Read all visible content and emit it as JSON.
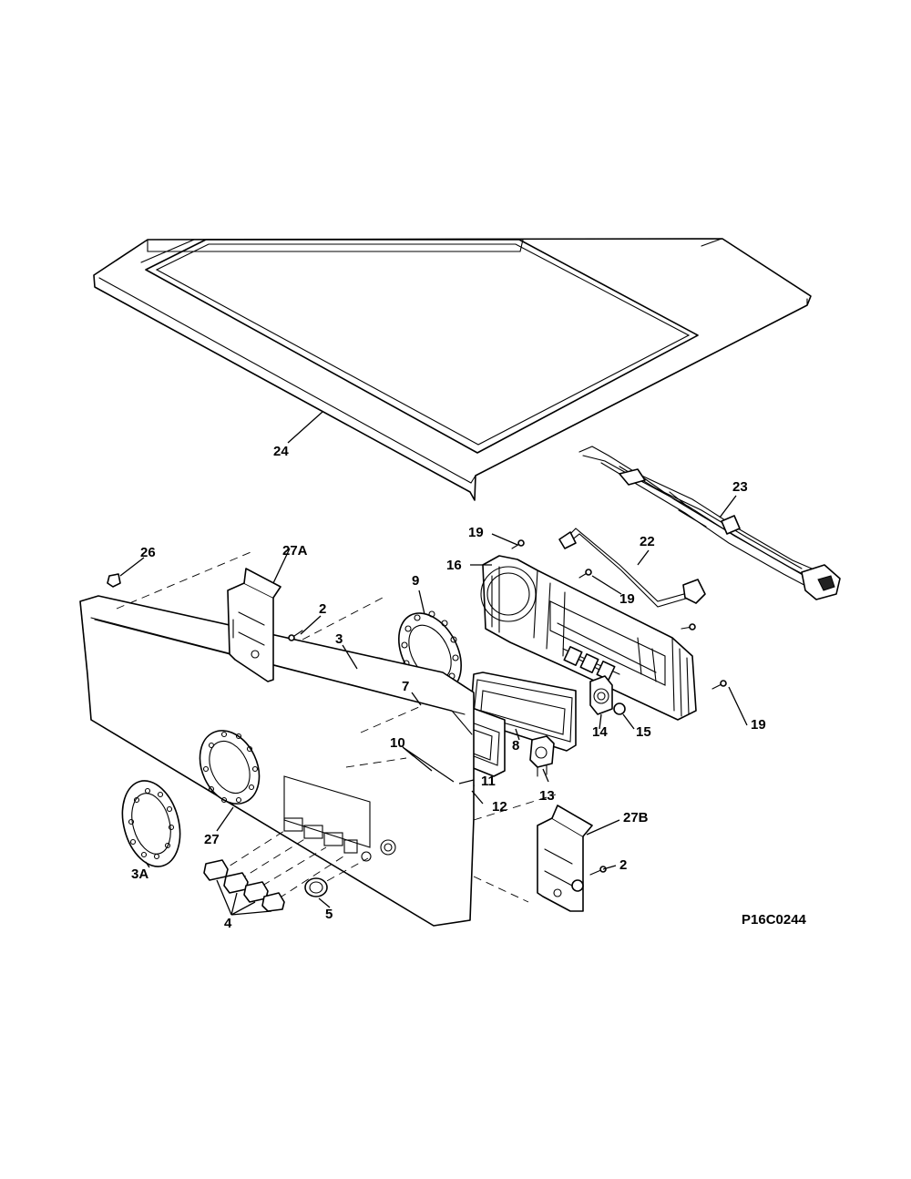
{
  "diagram_code": "P16C0244",
  "callouts": [
    {
      "id": "c24",
      "text": "24"
    },
    {
      "id": "c23",
      "text": "23"
    },
    {
      "id": "c22",
      "text": "22"
    },
    {
      "id": "c19a",
      "text": "19"
    },
    {
      "id": "c19b",
      "text": "19"
    },
    {
      "id": "c19c",
      "text": "19"
    },
    {
      "id": "c16",
      "text": "16"
    },
    {
      "id": "c26",
      "text": "26"
    },
    {
      "id": "c27a",
      "text": "27A"
    },
    {
      "id": "c2a",
      "text": "2"
    },
    {
      "id": "c9",
      "text": "9"
    },
    {
      "id": "c3",
      "text": "3"
    },
    {
      "id": "c7",
      "text": "7"
    },
    {
      "id": "c8",
      "text": "8"
    },
    {
      "id": "c10",
      "text": "10"
    },
    {
      "id": "c11",
      "text": "11"
    },
    {
      "id": "c12",
      "text": "12"
    },
    {
      "id": "c13",
      "text": "13"
    },
    {
      "id": "c14",
      "text": "14"
    },
    {
      "id": "c15",
      "text": "15"
    },
    {
      "id": "c27",
      "text": "27"
    },
    {
      "id": "c3a",
      "text": "3A"
    },
    {
      "id": "c27b",
      "text": "27B"
    },
    {
      "id": "c2b",
      "text": "2"
    },
    {
      "id": "c4",
      "text": "4"
    },
    {
      "id": "c5",
      "text": "5"
    }
  ]
}
